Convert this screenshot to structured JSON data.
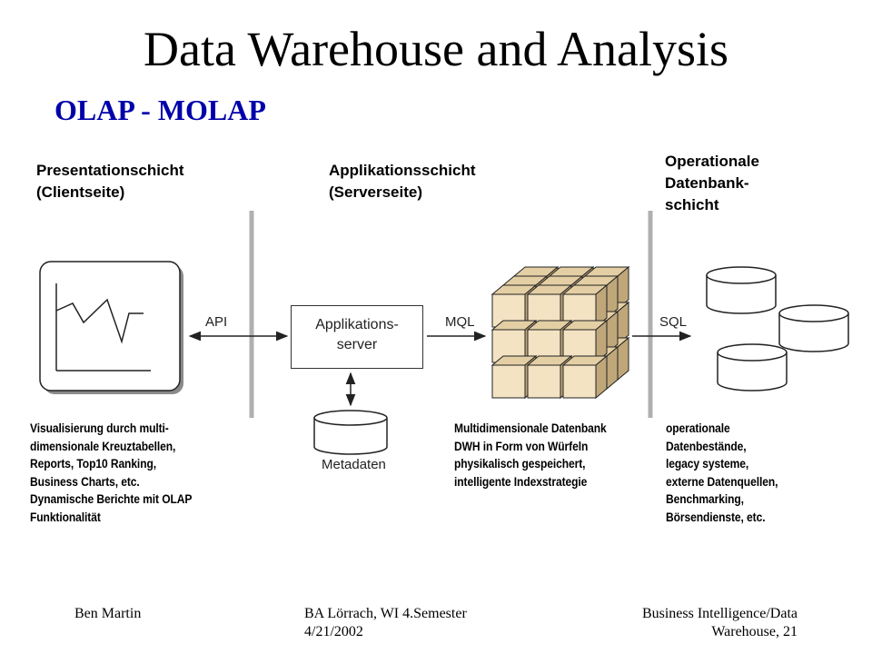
{
  "title": "Data Warehouse and Analysis",
  "subtitle": "OLAP - MOLAP",
  "layers": {
    "presentation": [
      "Presentationschicht",
      "(Clientseite)"
    ],
    "application": [
      "Applikationsschicht",
      "(Serverseite)"
    ],
    "operational": [
      "Operationale",
      "Datenbank-",
      "schicht"
    ]
  },
  "connectors": {
    "api": "API",
    "mql": "MQL",
    "sql": "SQL"
  },
  "server_box": [
    "Applikations-",
    "server"
  ],
  "metadata_label": "Metadaten",
  "descriptions": {
    "presentation": [
      "Visualisierung durch multi-",
      "dimensionale Kreuztabellen,",
      "Reports, Top10 Ranking,",
      "Business Charts, etc.",
      "Dynamische Berichte mit OLAP",
      "Funktionalität"
    ],
    "multidimensional": [
      "Multidimensionale Datenbank",
      "DWH in Form von Würfeln",
      "physikalisch gespeichert,",
      "intelligente Indexstrategie"
    ],
    "operational": [
      "operationale",
      "Datenbestände,",
      "legacy systeme,",
      "externe Datenquellen,",
      "Benchmarking,",
      "Börsendienste, etc."
    ]
  },
  "footer": {
    "author": "Ben Martin",
    "course": [
      "BA Lörrach, WI 4.Semester",
      "4/21/2002"
    ],
    "topic": [
      "Business Intelligence/Data",
      "Warehouse, 21"
    ]
  },
  "colors": {
    "subtitle": "#0000aa",
    "divider": "#b0b0b0",
    "cube_face": "#f3e3c3",
    "cube_top": "#e4cfa4",
    "cube_side": "#bfa77a"
  },
  "icons": {
    "monitor": "monitor-chart-icon",
    "cube": "multidimensional-cube-icon",
    "database": "database-cylinder-icon"
  }
}
